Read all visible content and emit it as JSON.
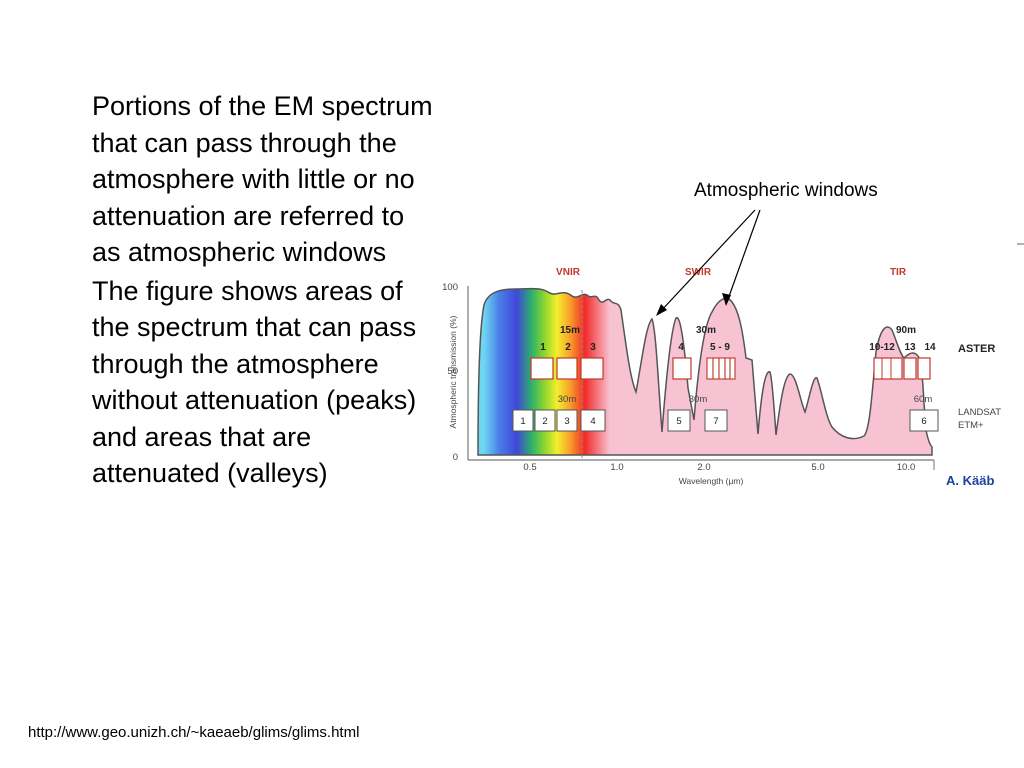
{
  "slide": {
    "paragraphs": [
      "Portions of the EM spectrum that can pass through the atmosphere with little or no attenuation are referred to as atmospheric windows",
      "The figure shows areas of the spectrum that can pass through the atmosphere without attenuation (peaks) and areas that are attenuated (valleys)"
    ],
    "annotation": "Atmospheric windows",
    "source_url": "http://www.geo.unizh.ch/~kaeaeb/glims/glims.html"
  },
  "figure": {
    "y_axis_label": "Atmospheric transmission (%)",
    "y_ticks": [
      "100",
      "50",
      "0"
    ],
    "x_axis_label": "Wavelength (μm)",
    "x_ticks": [
      "0.5",
      "1.0",
      "2.0",
      "5.0",
      "10.0"
    ],
    "regions": [
      "VNIR",
      "SWIR",
      "TIR"
    ],
    "aster": {
      "label": "ASTER",
      "vnir_resolution": "15m",
      "swir_resolution": "30m",
      "tir_resolution": "90m",
      "vnir_bands": [
        "1",
        "2",
        "3"
      ],
      "swir_bands": [
        "4",
        "5 - 9"
      ],
      "tir_bands": [
        "10-12",
        "13",
        "14"
      ]
    },
    "landsat": {
      "label_line1": "LANDSAT",
      "label_line2": "ETM+",
      "vnir_resolution": "30m",
      "swir_resolution": "30m",
      "tir_resolution": "60m",
      "bands": [
        "1",
        "2",
        "3",
        "4",
        "5",
        "7",
        "6"
      ]
    },
    "credit": "A. Kääb",
    "colors": {
      "transmission_fill": "#f7c3d3",
      "transmission_outline": "#555555",
      "region_label": "#c0392b",
      "band_box_outline": "#c0392b",
      "credit": "#1f3f9e"
    }
  }
}
